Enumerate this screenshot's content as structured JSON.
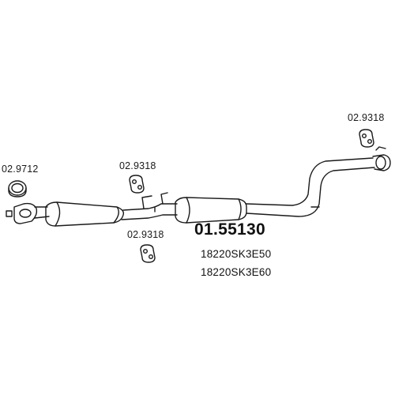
{
  "main_part_number": "01.55130",
  "oem_numbers": [
    "18220SK3E50",
    "18220SK3E60"
  ],
  "accessories": {
    "gasket": "02.9712",
    "hanger_center_top": "02.9318",
    "hanger_center_bottom": "02.9318",
    "hanger_rear": "02.9318"
  },
  "colors": {
    "line": "#1a1a1a",
    "background": "#ffffff"
  }
}
